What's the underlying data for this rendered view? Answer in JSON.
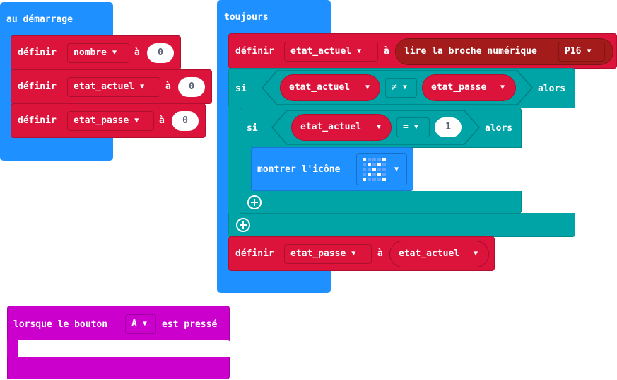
{
  "on_start": {
    "header": "au démarrage",
    "set1": {
      "keyword": "définir",
      "variable": "nombre",
      "to": "à",
      "value": "0"
    },
    "set2": {
      "keyword": "définir",
      "variable": "etat_actuel",
      "to": "à",
      "value": "0"
    },
    "set3": {
      "keyword": "définir",
      "variable": "etat_passe",
      "to": "à",
      "value": "0"
    }
  },
  "forever": {
    "header": "toujours",
    "set_read": {
      "keyword": "définir",
      "variable": "etat_actuel",
      "to": "à",
      "read_label": "lire la broche numérique",
      "pin": "P16"
    },
    "if1": {
      "keyword": "si",
      "left_var": "etat_actuel",
      "operator": "≠",
      "right_var": "etat_passe",
      "then": "alors"
    },
    "if2": {
      "keyword": "si",
      "left_var": "etat_actuel",
      "operator": "=",
      "value": "1",
      "then": "alors"
    },
    "show_icon": {
      "label": "montrer l'icône",
      "icon_pattern": [
        1,
        0,
        0,
        0,
        1,
        0,
        1,
        0,
        1,
        0,
        0,
        0,
        1,
        0,
        0,
        0,
        1,
        0,
        1,
        0,
        1,
        0,
        0,
        0,
        1
      ]
    },
    "set_last": {
      "keyword": "définir",
      "variable": "etat_passe",
      "to": "à",
      "value_var": "etat_actuel"
    }
  },
  "on_button": {
    "prefix": "lorsque le bouton",
    "button": "A",
    "suffix": "est pressé"
  },
  "colors": {
    "basic": "#1e90ff",
    "variables": "#dc143c",
    "pins": "#a31b1b",
    "logic": "#00a4a6",
    "input": "#cc00cc"
  }
}
